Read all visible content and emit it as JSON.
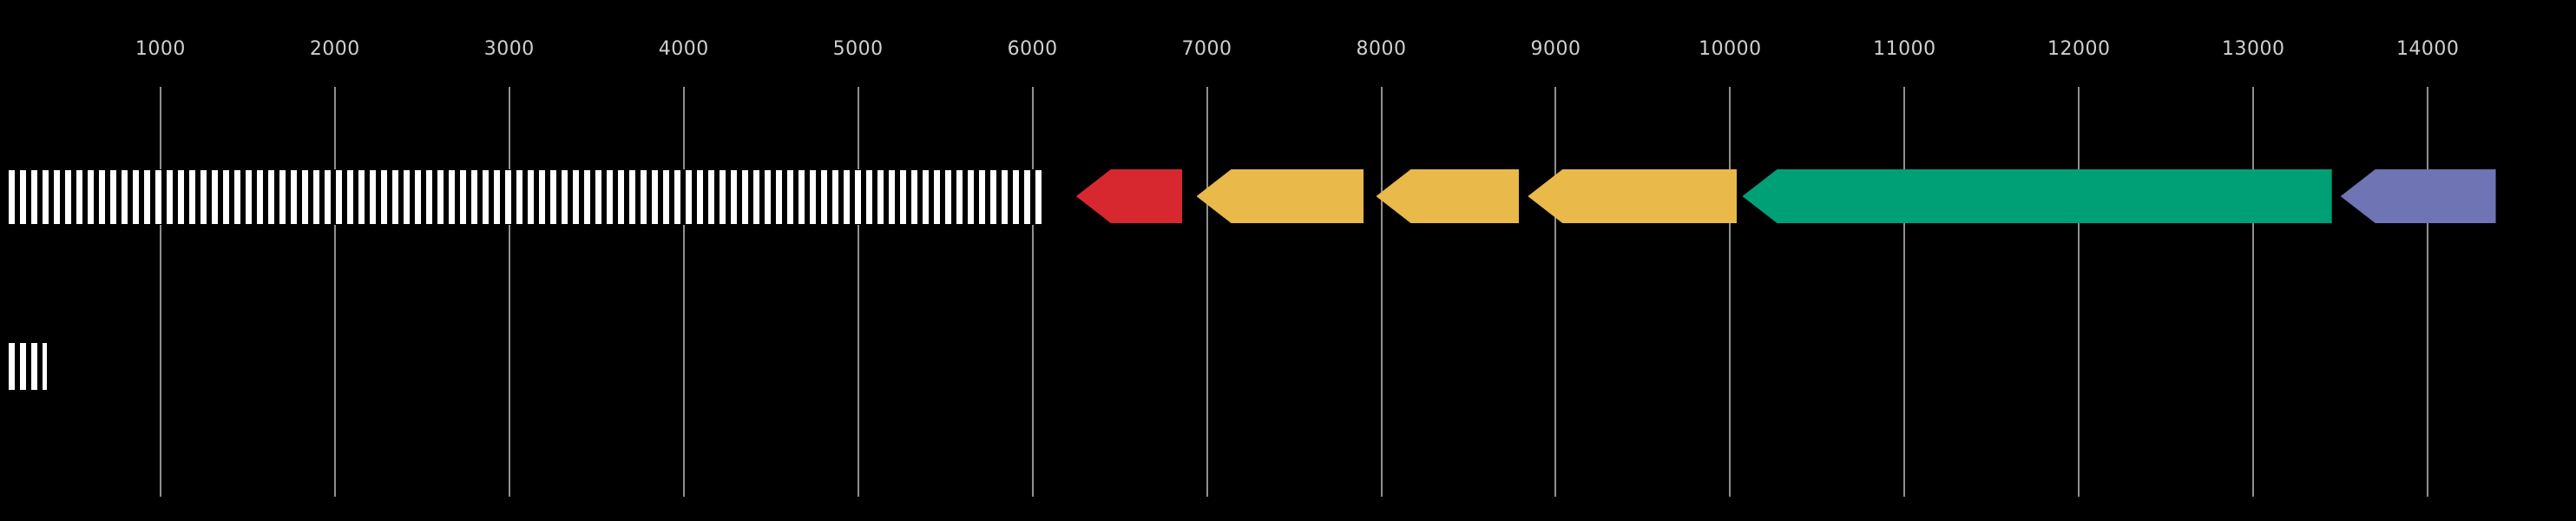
{
  "figure": {
    "background_color": "#000000",
    "gridline_color": "#8f8f8f",
    "tick_label_color": "#cfcfcf"
  },
  "chart_data": {
    "type": "gene-feature-map",
    "title": "",
    "xlabel": "",
    "ylabel": "",
    "grid": true,
    "legend": false,
    "x_axis": {
      "range": [
        80,
        14850
      ],
      "ticks": [
        1000,
        2000,
        3000,
        4000,
        5000,
        6000,
        7000,
        8000,
        9000,
        10000,
        11000,
        12000,
        13000,
        14000
      ],
      "tick_position": "top"
    },
    "tracks": [
      {
        "name": "track-main",
        "row": 0,
        "features": [
          {
            "name": "hatched-region-main",
            "kind": "region",
            "style": "striped",
            "start": 130,
            "end": 6080,
            "direction": "none",
            "colors": [
              "#ffffff",
              "#000000"
            ]
          },
          {
            "name": "cds-red",
            "kind": "arrow",
            "style": "solid",
            "start": 6250,
            "end": 6860,
            "direction": "left",
            "color": "#d7282f"
          },
          {
            "name": "cds-yellow-1",
            "kind": "arrow",
            "style": "solid",
            "start": 6940,
            "end": 7900,
            "direction": "left",
            "color": "#e9b949"
          },
          {
            "name": "cds-yellow-2",
            "kind": "arrow",
            "style": "solid",
            "start": 7970,
            "end": 8790,
            "direction": "left",
            "color": "#e9b949"
          },
          {
            "name": "cds-yellow-3",
            "kind": "arrow",
            "style": "solid",
            "start": 8840,
            "end": 10040,
            "direction": "left",
            "color": "#e9b949"
          },
          {
            "name": "cds-green",
            "kind": "arrow",
            "style": "solid",
            "start": 10070,
            "end": 13450,
            "direction": "left",
            "color": "#00a077"
          },
          {
            "name": "cds-purple",
            "kind": "arrow",
            "style": "solid",
            "start": 13500,
            "end": 14390,
            "direction": "left",
            "color": "#6e74b4"
          }
        ]
      },
      {
        "name": "track-secondary",
        "row": 1,
        "features": [
          {
            "name": "hatched-region-small",
            "kind": "region",
            "style": "striped",
            "start": 130,
            "end": 350,
            "direction": "none",
            "colors": [
              "#ffffff",
              "#000000"
            ]
          }
        ]
      }
    ]
  }
}
